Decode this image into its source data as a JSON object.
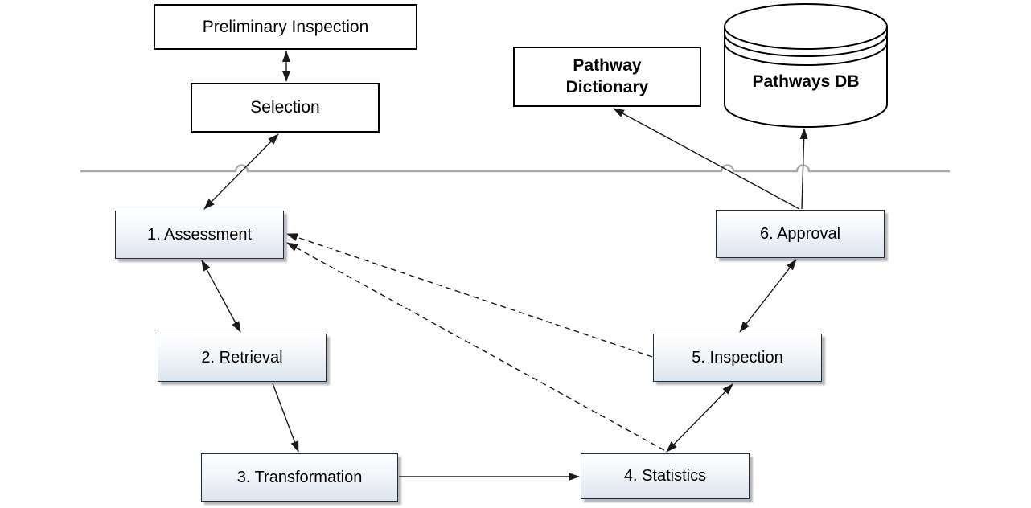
{
  "nodes": [
    {
      "id": "preliminary-inspection",
      "label": "Preliminary Inspection"
    },
    {
      "id": "selection",
      "label": "Selection"
    },
    {
      "id": "assessment",
      "label": "1. Assessment"
    },
    {
      "id": "retrieval",
      "label": "2. Retrieval"
    },
    {
      "id": "transformation",
      "label": "3. Transformation"
    },
    {
      "id": "statistics",
      "label": "4. Statistics"
    },
    {
      "id": "inspection",
      "label": "5. Inspection"
    },
    {
      "id": "approval",
      "label": "6. Approval"
    },
    {
      "id": "pathway-dictionary",
      "label": "Pathway\nDictionary"
    },
    {
      "id": "pathways-db",
      "label": "Pathways DB"
    }
  ],
  "edges": [
    {
      "from": "Preliminary Inspection",
      "to": "Selection",
      "line": "solid",
      "arrows": "both"
    },
    {
      "from": "Selection",
      "to": "1. Assessment",
      "line": "solid",
      "arrows": "both"
    },
    {
      "from": "1. Assessment",
      "to": "2. Retrieval",
      "line": "solid",
      "arrows": "both"
    },
    {
      "from": "2. Retrieval",
      "to": "3. Transformation",
      "line": "solid",
      "arrows": "forward"
    },
    {
      "from": "3. Transformation",
      "to": "4. Statistics",
      "line": "solid",
      "arrows": "forward"
    },
    {
      "from": "4. Statistics",
      "to": "5. Inspection",
      "line": "solid",
      "arrows": "both"
    },
    {
      "from": "5. Inspection",
      "to": "6. Approval",
      "line": "solid",
      "arrows": "both"
    },
    {
      "from": "6. Approval",
      "to": "Pathway Dictionary",
      "line": "solid",
      "arrows": "forward"
    },
    {
      "from": "6. Approval",
      "to": "Pathways DB",
      "line": "solid",
      "arrows": "forward"
    },
    {
      "from": "5. Inspection",
      "to": "1. Assessment",
      "line": "dashed",
      "arrows": "forward"
    },
    {
      "from": "4. Statistics",
      "to": "1. Assessment",
      "line": "dashed",
      "arrows": "forward"
    }
  ],
  "colors": {
    "connector": "#1a1a1a",
    "separator": "#ababab",
    "plain_border": "#000000",
    "step_border": "#202b36",
    "step_fill_top": "#ffffff",
    "step_fill_bottom": "#dce4ef",
    "shadow": "#919191"
  }
}
